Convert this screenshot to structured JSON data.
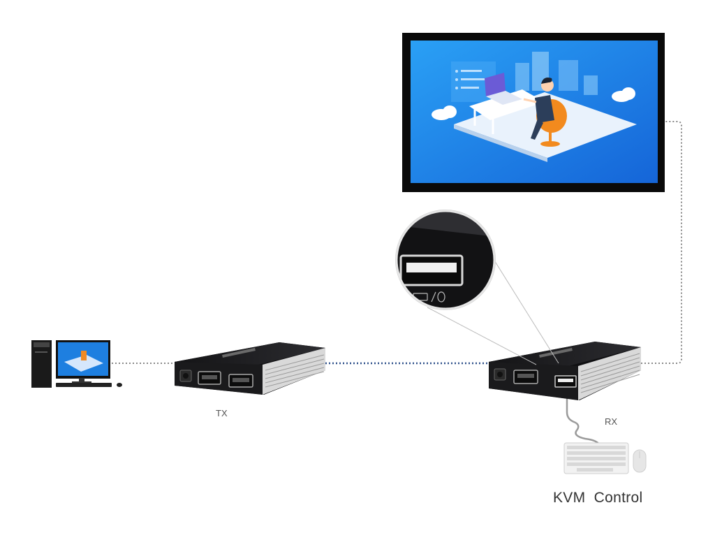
{
  "labels": {
    "tx": "TX",
    "rx": "RX",
    "kvm": "KVM  Control"
  },
  "colors": {
    "cable_signal": "#2d4f8a",
    "cable_other": "#888888",
    "device_body": "#1d1d1f",
    "screen_blue": "#1e7fe0"
  }
}
